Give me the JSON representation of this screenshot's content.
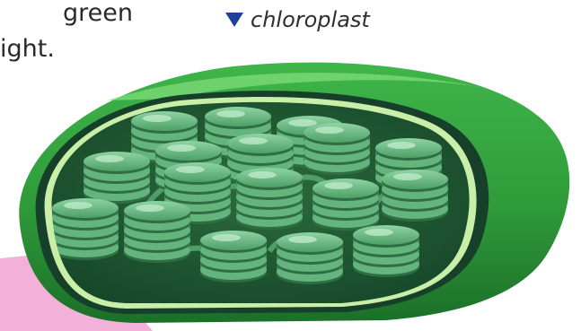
{
  "text_fragments": {
    "line1": "green",
    "line2": "ight."
  },
  "label": {
    "text": "chloroplast",
    "marker_icon": "down-triangle-icon",
    "marker_color": "#1f3f99"
  },
  "colors": {
    "outer_membrane": "#2e9e3a",
    "inner_membrane": "#b9e8a0",
    "stroma": "#1d5a30",
    "thylakoid": "#5fb57b",
    "pink_corner": "#f3b0d8"
  }
}
